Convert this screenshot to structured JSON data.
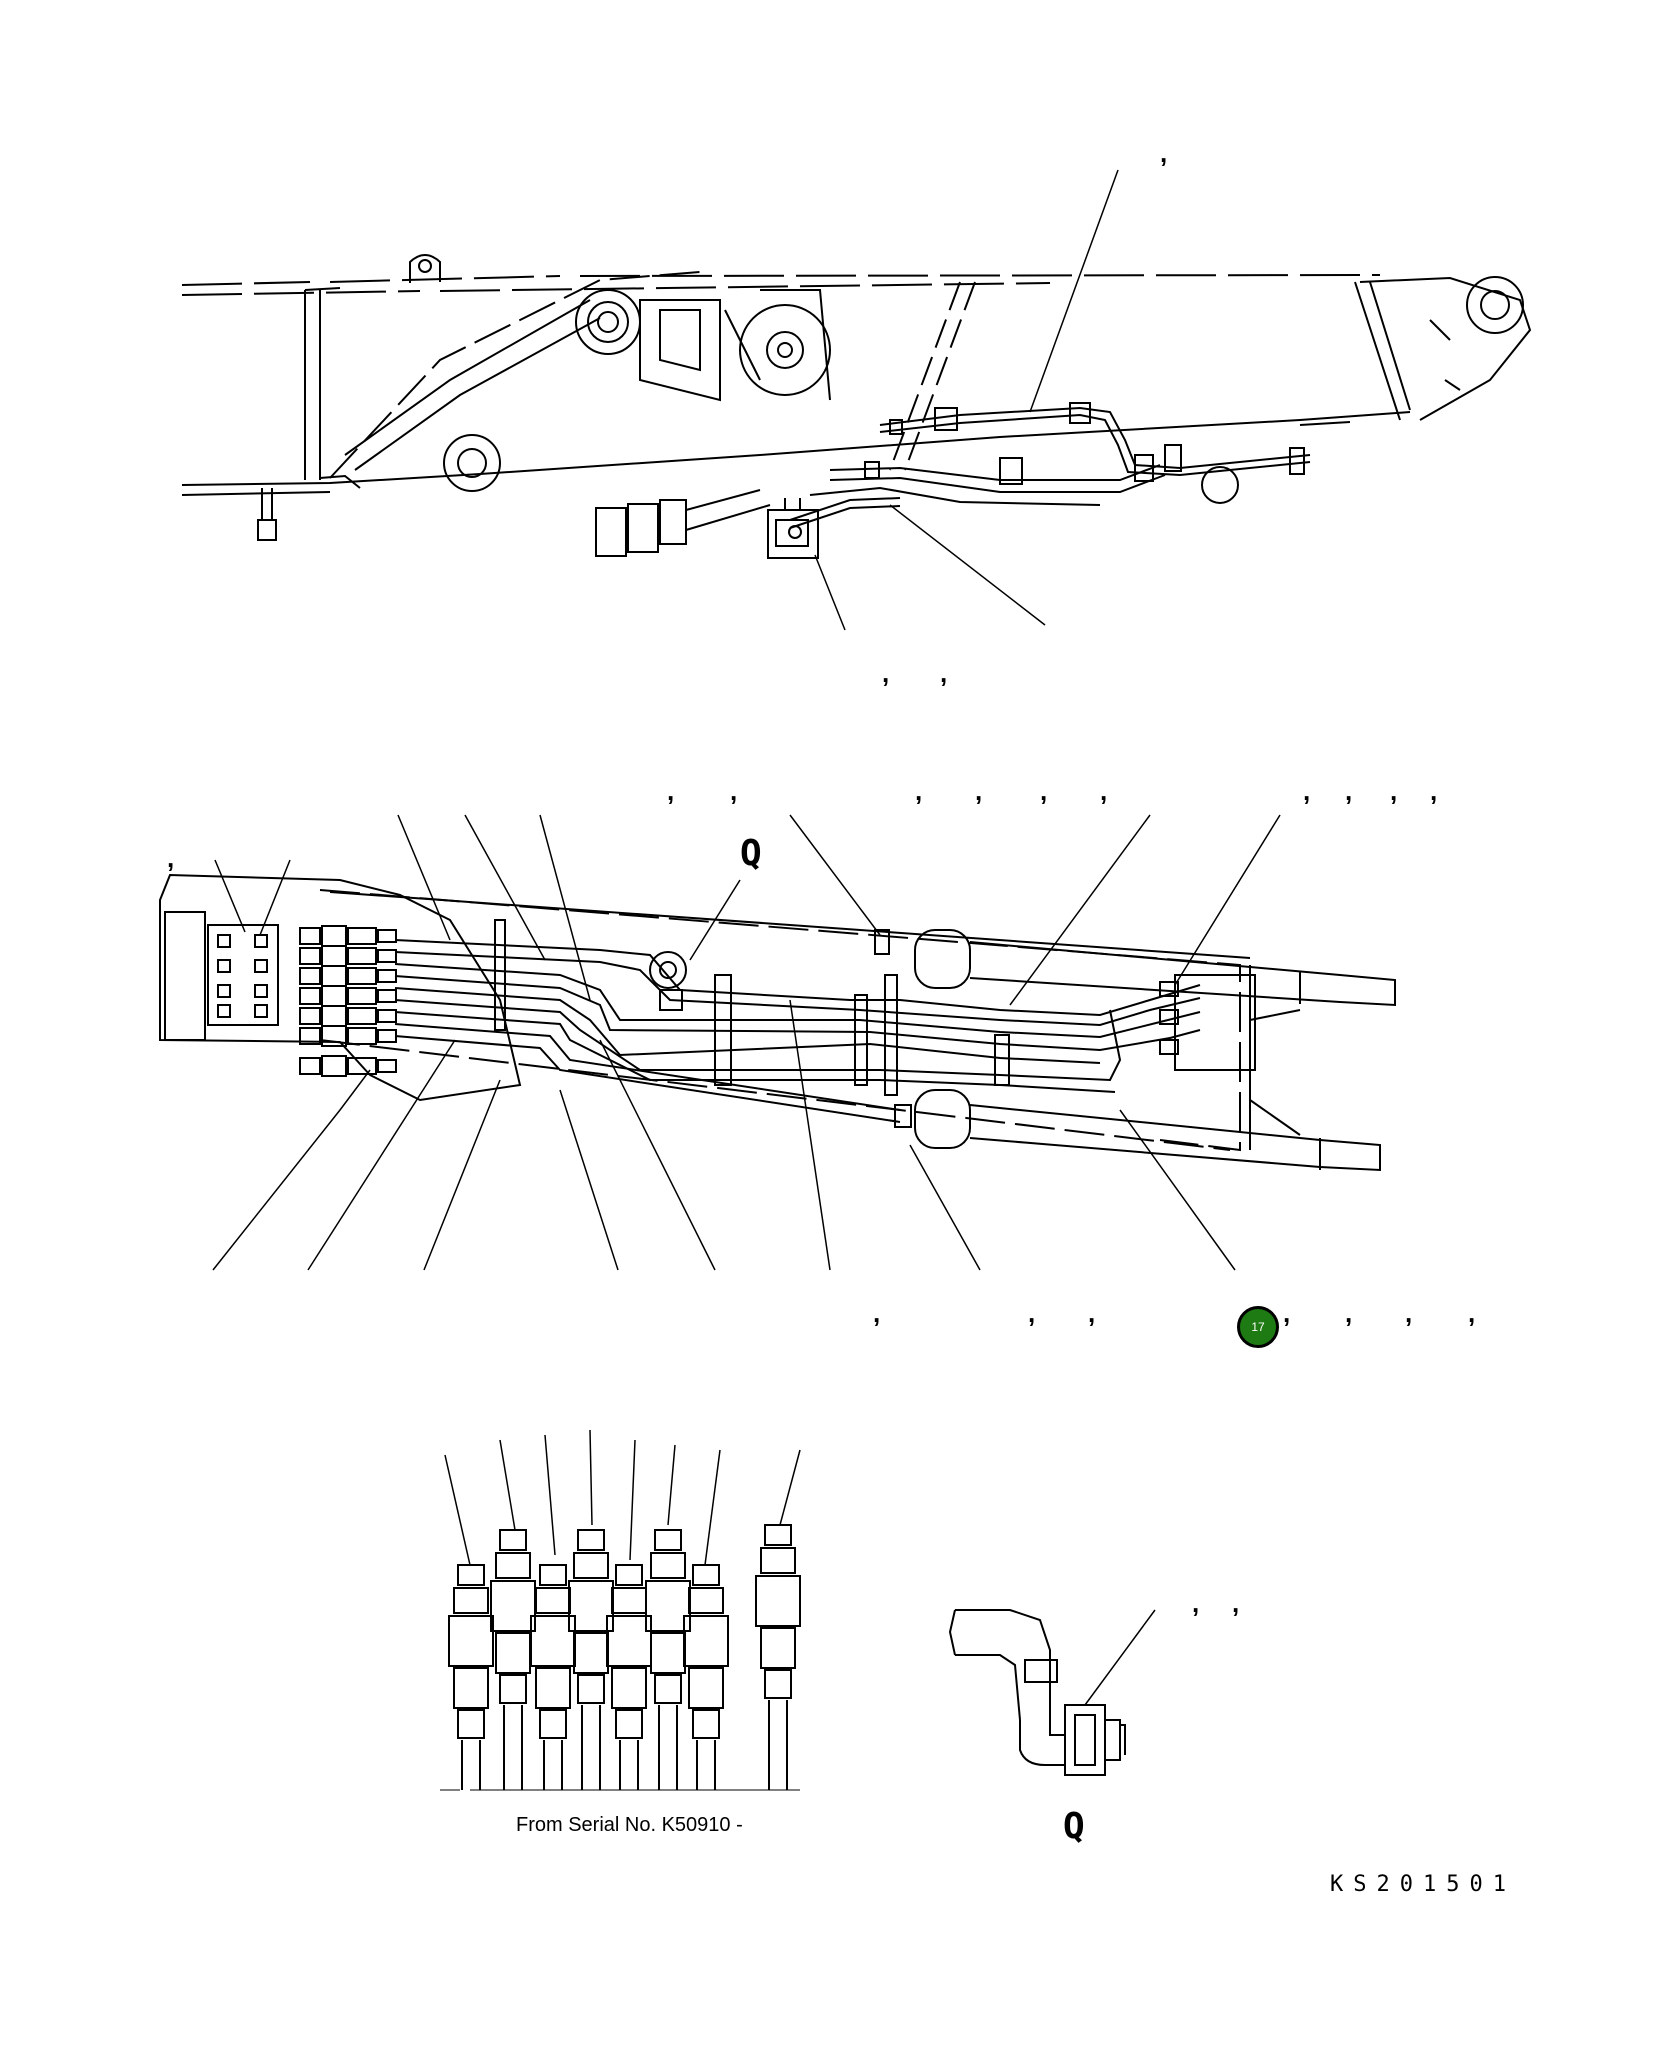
{
  "diagram": {
    "callout_separator": ",",
    "section_view_label": "Q",
    "detail_view_label": "Q",
    "serial_note": "From Serial No. K50910 -",
    "document_code": "KS201501",
    "selected_callout": "17",
    "colors": {
      "line": "#000000",
      "badge": "#1e7a12",
      "badge_text": "#ffffff",
      "background": "#ffffff"
    }
  }
}
